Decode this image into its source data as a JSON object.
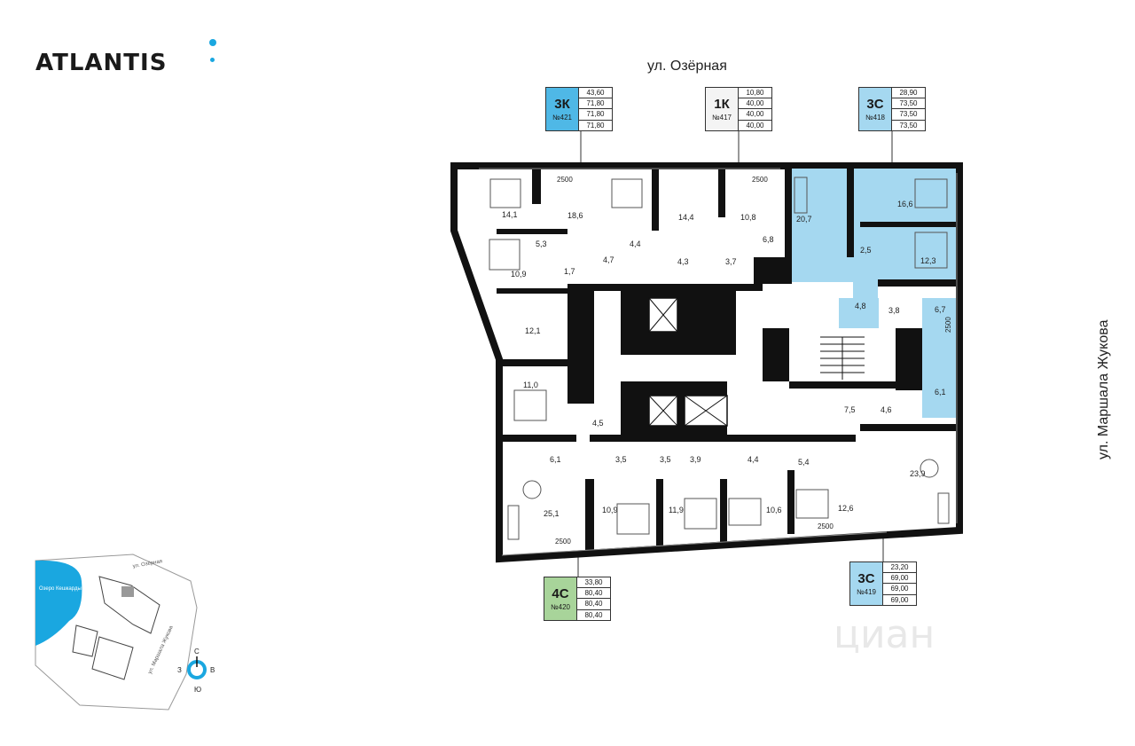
{
  "brand": {
    "name": "ATLANTIS",
    "dot_color": "#1aa7e0"
  },
  "streets": {
    "top": "ул. Озёрная",
    "right": "ул. Маршала Жукова"
  },
  "watermark": "циан",
  "colors": {
    "wall": "#111111",
    "apt_3c": "#a5d8f0",
    "apt_3k": "#4fb8e6",
    "apt_4c": "#a8d49a",
    "apt_1k": "#f4f4f4"
  },
  "cards": [
    {
      "id": "3k",
      "type": "3К",
      "number": "№421",
      "values": [
        "43,60",
        "71,80",
        "71,80",
        "71,80"
      ],
      "color": "#4fb8e6"
    },
    {
      "id": "1k",
      "type": "1К",
      "number": "№417",
      "values": [
        "10,80",
        "40,00",
        "40,00",
        "40,00"
      ],
      "color": "#f4f4f4"
    },
    {
      "id": "3c-418",
      "type": "3С",
      "number": "№418",
      "values": [
        "28,90",
        "73,50",
        "73,50",
        "73,50"
      ],
      "color": "#a5d8f0"
    },
    {
      "id": "4c",
      "type": "4С",
      "number": "№420",
      "values": [
        "33,80",
        "80,40",
        "80,40",
        "80,40"
      ],
      "color": "#a8d49a"
    },
    {
      "id": "3c-419",
      "type": "3С",
      "number": "№419",
      "values": [
        "23,20",
        "69,00",
        "69,00",
        "69,00"
      ],
      "color": "#a5d8f0"
    }
  ],
  "room_labels": [
    "14,1",
    "18,6",
    "14,4",
    "10,8",
    "20,7",
    "16,6",
    "5,3",
    "4,4",
    "6,8",
    "10,9",
    "1,7",
    "4,7",
    "4,3",
    "3,7",
    "2,5",
    "12,3",
    "12,1",
    "4,8",
    "3,8",
    "6,7",
    "11,0",
    "6,1",
    "7,5",
    "4,6",
    "4,5",
    "6,1",
    "3,5",
    "3,5",
    "3,9",
    "4,4",
    "5,4",
    "23,9",
    "25,1",
    "10,9",
    "11,9",
    "10,6",
    "12,6"
  ],
  "dimension_labels": [
    "2500",
    "2500",
    "2500",
    "2500",
    "2500"
  ],
  "minimap": {
    "lake": "Озеро Кешкарды",
    "street_top": "ул. Озёрная",
    "street_right": "ул. Маршала Жукова",
    "compass": {
      "n": "С",
      "s": "Ю",
      "w": "З",
      "e": "В"
    }
  }
}
